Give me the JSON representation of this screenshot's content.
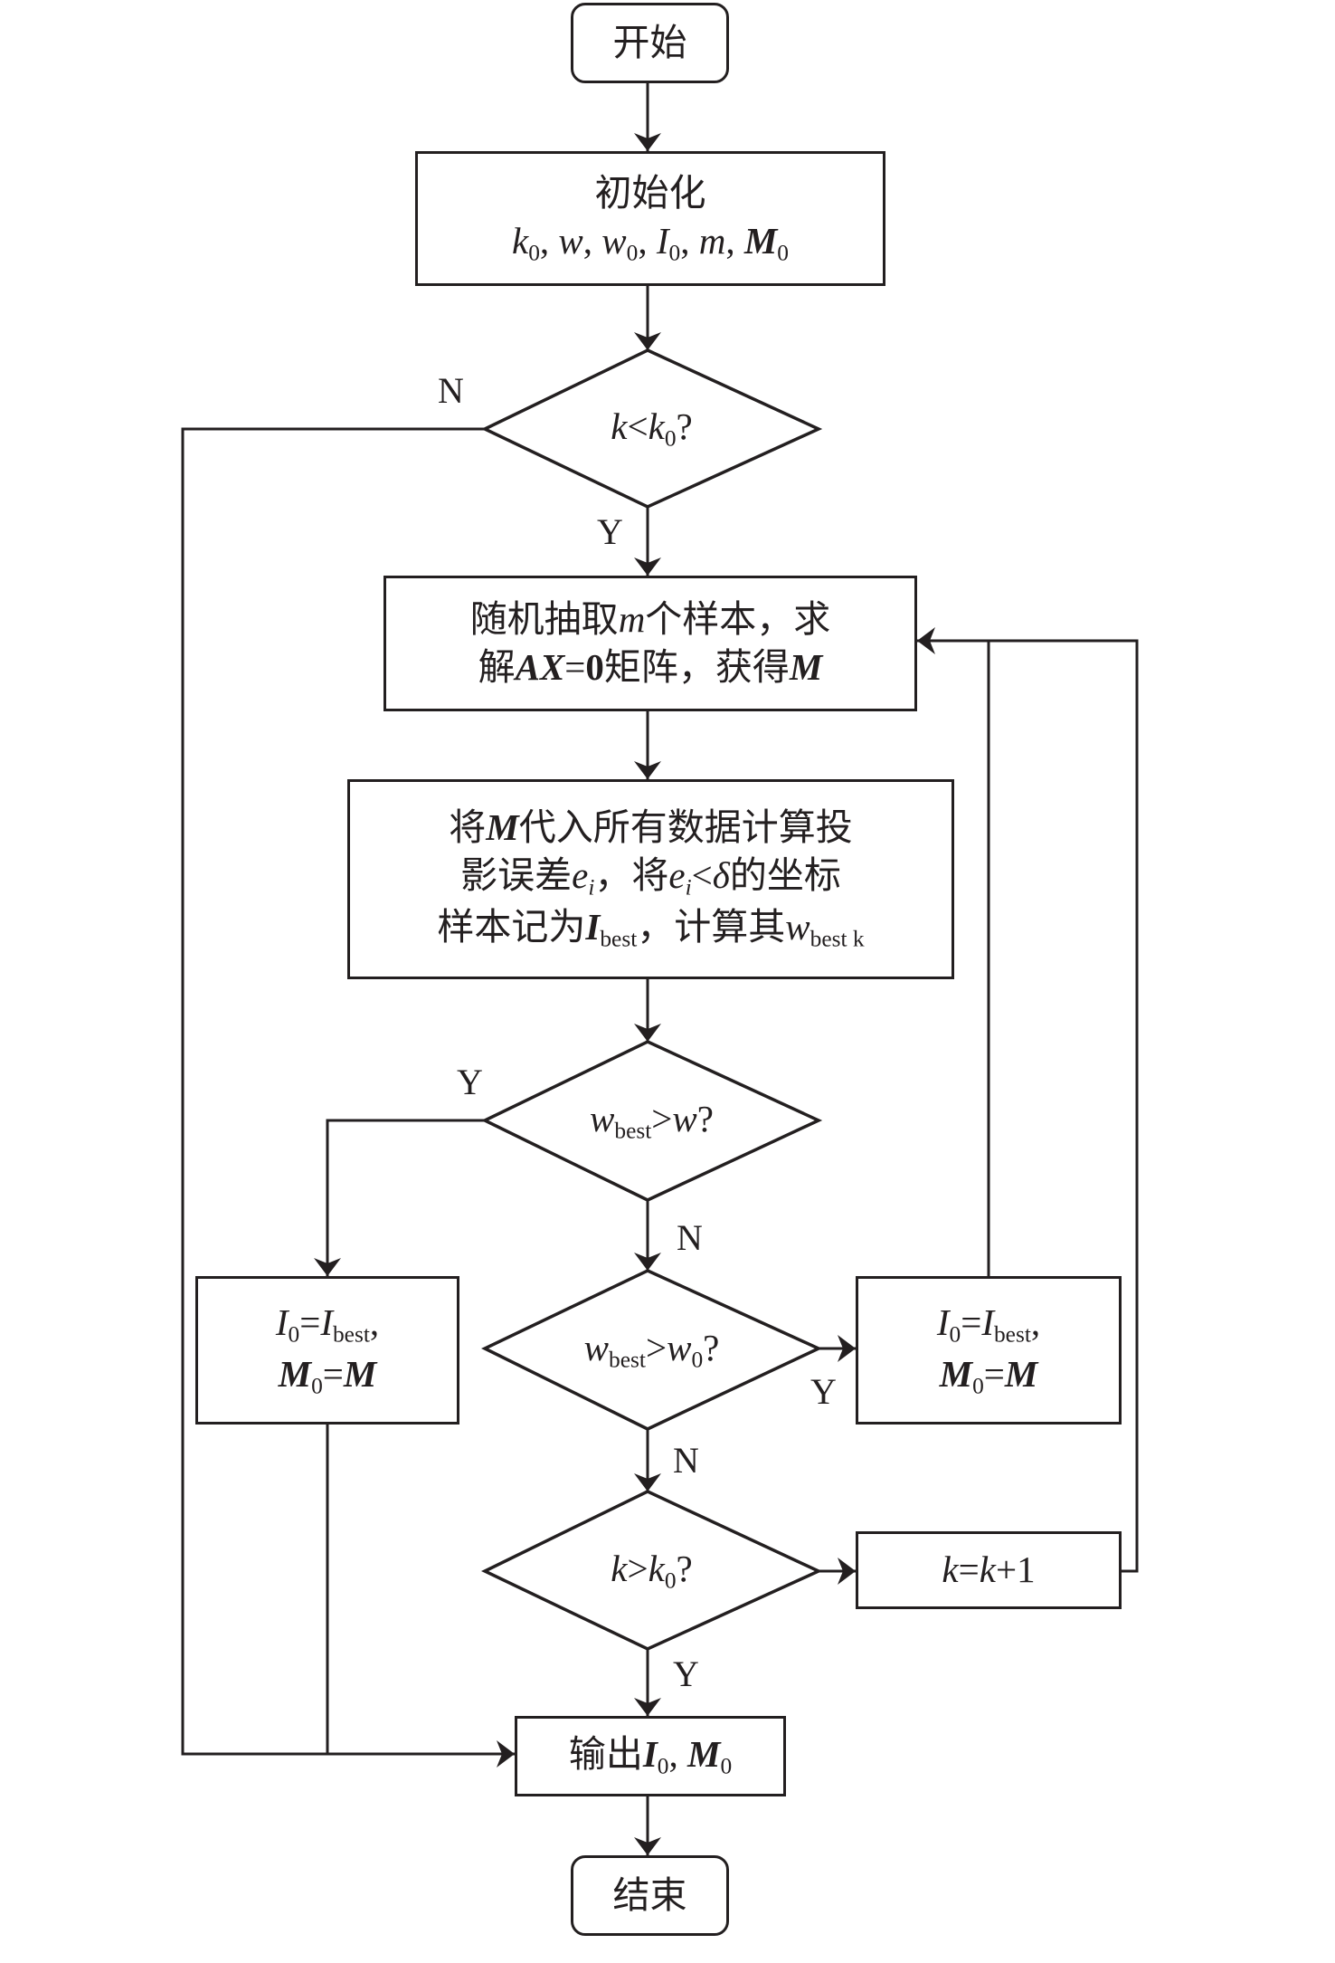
{
  "diagram": {
    "type": "flowchart",
    "stroke_color": "#231f20",
    "nodes": {
      "start": {
        "label": "开始"
      },
      "init": {
        "title": "初始化",
        "params": [
          "k0",
          "w",
          "w0",
          "I0",
          "m",
          "M0"
        ]
      },
      "cond_k_lt": {
        "var": "k",
        "op": "<",
        "rhs": "k",
        "rhs_sub": "0",
        "q": "?"
      },
      "sample": {
        "line1_a": "随机抽取",
        "line1_var": "m",
        "line1_b": "个样本，求",
        "line2_a": "解",
        "line2_expr": "AX",
        "line2_eq": "=",
        "line2_zero": "0",
        "line2_b": "矩阵，获得",
        "line2_var": "M"
      },
      "compute": {
        "l1_a": "将",
        "l1_var": "M",
        "l1_b": "代入所有数据计算投",
        "l2_a": "影误差",
        "l2_e": "e",
        "l2_i": "i",
        "l2_b": "，将",
        "l2_e2": "e",
        "l2_i2": "i",
        "l2_lt": "<",
        "l2_delta": "δ",
        "l2_c": "的坐标",
        "l3_a": "样本记为",
        "l3_I": "I",
        "l3_sub": "best",
        "l3_b": "，计算其",
        "l3_w": "w",
        "l3_wsub": "best k"
      },
      "cond_wbest_w": {
        "w": "w",
        "sub": "best",
        "op": ">",
        "rhs": "w",
        "q": "?"
      },
      "cond_wbest_w0": {
        "w": "w",
        "sub": "best",
        "op": ">",
        "rhs": "w",
        "rhs_sub": "0",
        "q": "?"
      },
      "cond_k_gt": {
        "var": "k",
        "op": ">",
        "rhs": "k",
        "rhs_sub": "0",
        "q": "?"
      },
      "update_left": {
        "I": "I",
        "I_sub": "0",
        "eq": "=",
        "Ib": "I",
        "Ib_sub": "best",
        "comma": ",",
        "M": "M",
        "M_sub": "0",
        "M_rhs": "M"
      },
      "update_right": {
        "I": "I",
        "I_sub": "0",
        "eq": "=",
        "Ib": "I",
        "Ib_sub": "best",
        "comma": ",",
        "M": "M",
        "M_sub": "0",
        "M_rhs": "M"
      },
      "increment": {
        "k": "k",
        "eq": "=",
        "k2": "k",
        "plus": "+1"
      },
      "output": {
        "label": "输出",
        "I": "I",
        "I_sub": "0",
        "sep": ", ",
        "M": "M",
        "M_sub": "0"
      },
      "end": {
        "label": "结束"
      }
    },
    "edge_labels": {
      "k_lt_no": "N",
      "k_lt_yes": "Y",
      "wbest_w_yes": "Y",
      "wbest_w_no": "N",
      "wbest_w0_yes": "Y",
      "wbest_w0_no": "N",
      "k_gt_yes": "Y"
    }
  }
}
